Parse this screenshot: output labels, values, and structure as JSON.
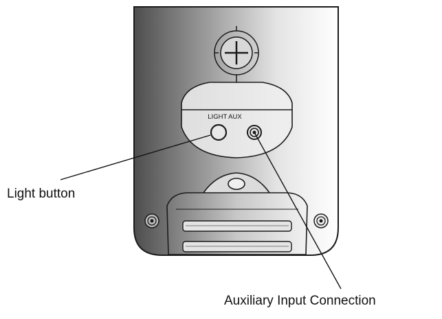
{
  "panel": {
    "port_label": "LIGHT AUX"
  },
  "callouts": {
    "light_button": "Light button",
    "auxiliary_input": "Auxiliary Input Connection"
  },
  "colors": {
    "body_dark": "#5a5a5a",
    "body_light": "#ffffff",
    "outline": "#1a1a1a",
    "text": "#111111"
  }
}
